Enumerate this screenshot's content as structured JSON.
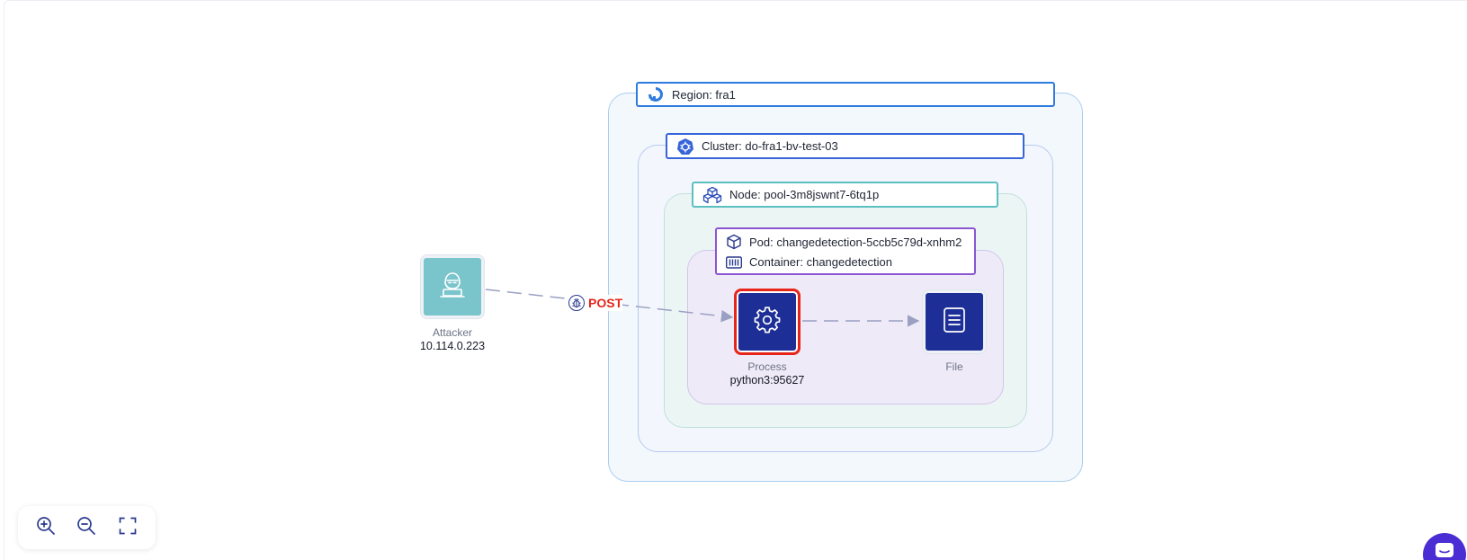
{
  "groups": {
    "region": "Region: fra1",
    "cluster": "Cluster: do-fra1-bv-test-03",
    "node": "Node: pool-3m8jswnt7-6tq1p",
    "pod": "Pod: changedetection-5ccb5c79d-xnhm2",
    "container": "Container: changedetection"
  },
  "nodes": {
    "attacker": {
      "type": "Attacker",
      "value": "10.114.0.223"
    },
    "process": {
      "type": "Process",
      "value": "python3:95627"
    },
    "file": {
      "type": "File"
    }
  },
  "edges": {
    "attack_label": "POST"
  },
  "colors": {
    "region_border": "#2f7be0",
    "cluster_border": "#3764d8",
    "node_border": "#5cbfc2",
    "pod_border": "#8b56d2",
    "highlight": "#e6251b",
    "entity_fill": "#1d2f96",
    "attacker_fill": "#7ac4cc"
  },
  "icons": {
    "region": "digitalocean-icon",
    "cluster": "kubernetes-icon",
    "node": "cubes-icon",
    "pod": "cube-icon",
    "container": "container-icon",
    "attacker": "hacker-icon",
    "process": "gear-icon",
    "file": "document-icon",
    "edge": "bug-icon"
  },
  "toolbar": {
    "zoom_in": "zoom-in-icon",
    "zoom_out": "zoom-out-icon",
    "fit": "fit-screen-icon"
  }
}
